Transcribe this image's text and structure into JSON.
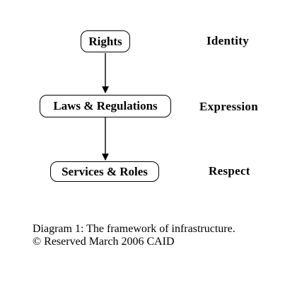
{
  "diagram": {
    "nodes": [
      {
        "id": "rights",
        "label": "Rights"
      },
      {
        "id": "laws",
        "label": "Laws & Regulations"
      },
      {
        "id": "services",
        "label": "Services & Roles"
      }
    ],
    "side_labels": [
      {
        "node": "rights",
        "label": "Identity"
      },
      {
        "node": "laws",
        "label": "Expression"
      },
      {
        "node": "services",
        "label": "Respect"
      }
    ],
    "edges": [
      {
        "from": "rights",
        "to": "laws"
      },
      {
        "from": "laws",
        "to": "services"
      }
    ]
  },
  "caption": {
    "line1": "Diagram 1: The framework of infrastructure.",
    "line2": "© Reserved March 2006 CAID"
  }
}
